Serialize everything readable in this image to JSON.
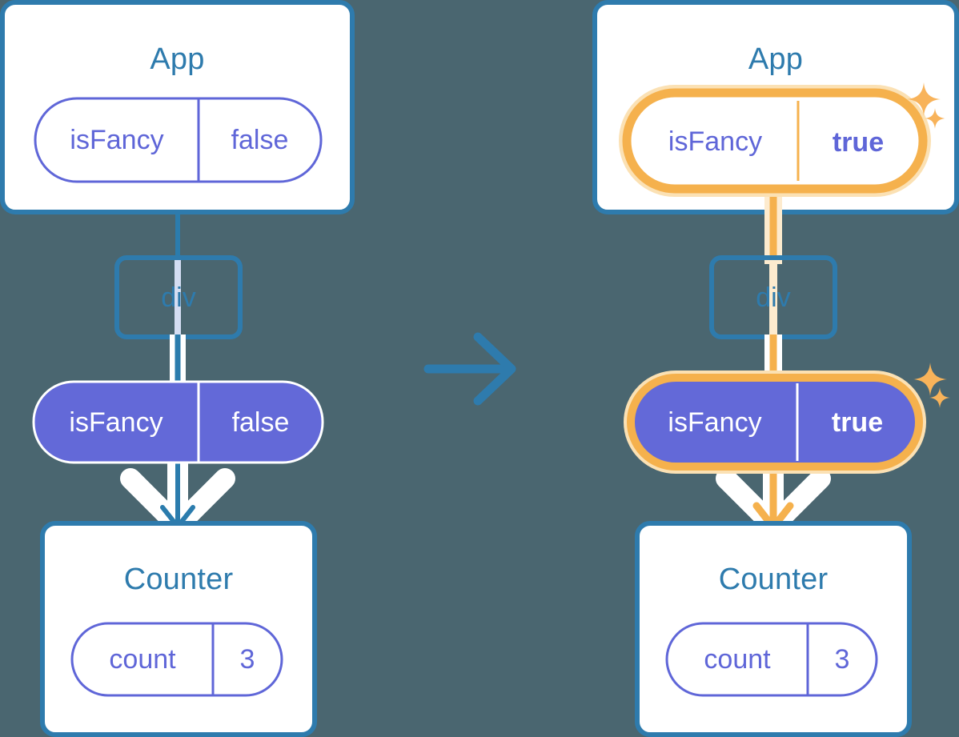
{
  "diagram": {
    "title_semantic": "react-state-propagation-before-after",
    "background_color": "#4A6670",
    "colors": {
      "box_border": "#2E7BAD",
      "box_fill": "#FFFFFF",
      "title_text": "#2E7BAD",
      "pill_outline_stroke": "#5F66D8",
      "pill_outline_text": "#5F66D8",
      "pill_solid_fill": "#6369D8",
      "pill_solid_text": "#FFFFFF",
      "highlight_ring": "#F5B14D",
      "highlight_glow": "#FBE1B4",
      "connector_blue": "#2B7CAD",
      "connector_blue_light": "#D4DDF2",
      "connector_orange": "#F5B14D",
      "connector_orange_light": "#FDEBCE",
      "arrow_white": "#FFFFFF",
      "transition_arrow": "#2E7BAD"
    },
    "transition_arrow": {
      "name": "transition-arrow-icon",
      "direction": "right"
    },
    "panels": [
      {
        "id": "before",
        "label": "before-state",
        "app": {
          "title": "App",
          "state_pill": {
            "key": "isFancy",
            "value": "false",
            "style": "outline",
            "highlighted": false,
            "bold_value": false
          }
        },
        "div": {
          "label": "div"
        },
        "props_pill": {
          "key": "isFancy",
          "value": "false",
          "style": "solid",
          "highlighted": false,
          "bold_value": false
        },
        "counter": {
          "title": "Counter",
          "state_pill": {
            "key": "count",
            "value": "3",
            "style": "outline",
            "highlighted": false,
            "bold_value": false
          }
        },
        "sparkles": []
      },
      {
        "id": "after",
        "label": "after-state",
        "app": {
          "title": "App",
          "state_pill": {
            "key": "isFancy",
            "value": "true",
            "style": "outline",
            "highlighted": true,
            "bold_value": true
          }
        },
        "div": {
          "label": "div"
        },
        "props_pill": {
          "key": "isFancy",
          "value": "true",
          "style": "solid",
          "highlighted": true,
          "bold_value": true
        },
        "counter": {
          "title": "Counter",
          "state_pill": {
            "key": "count",
            "value": "3",
            "style": "outline",
            "highlighted": false,
            "bold_value": false
          }
        },
        "sparkles": [
          {
            "name": "sparkle-icon-app-large"
          },
          {
            "name": "sparkle-icon-app-small"
          },
          {
            "name": "sparkle-icon-props-large"
          },
          {
            "name": "sparkle-icon-props-small"
          }
        ]
      }
    ]
  }
}
